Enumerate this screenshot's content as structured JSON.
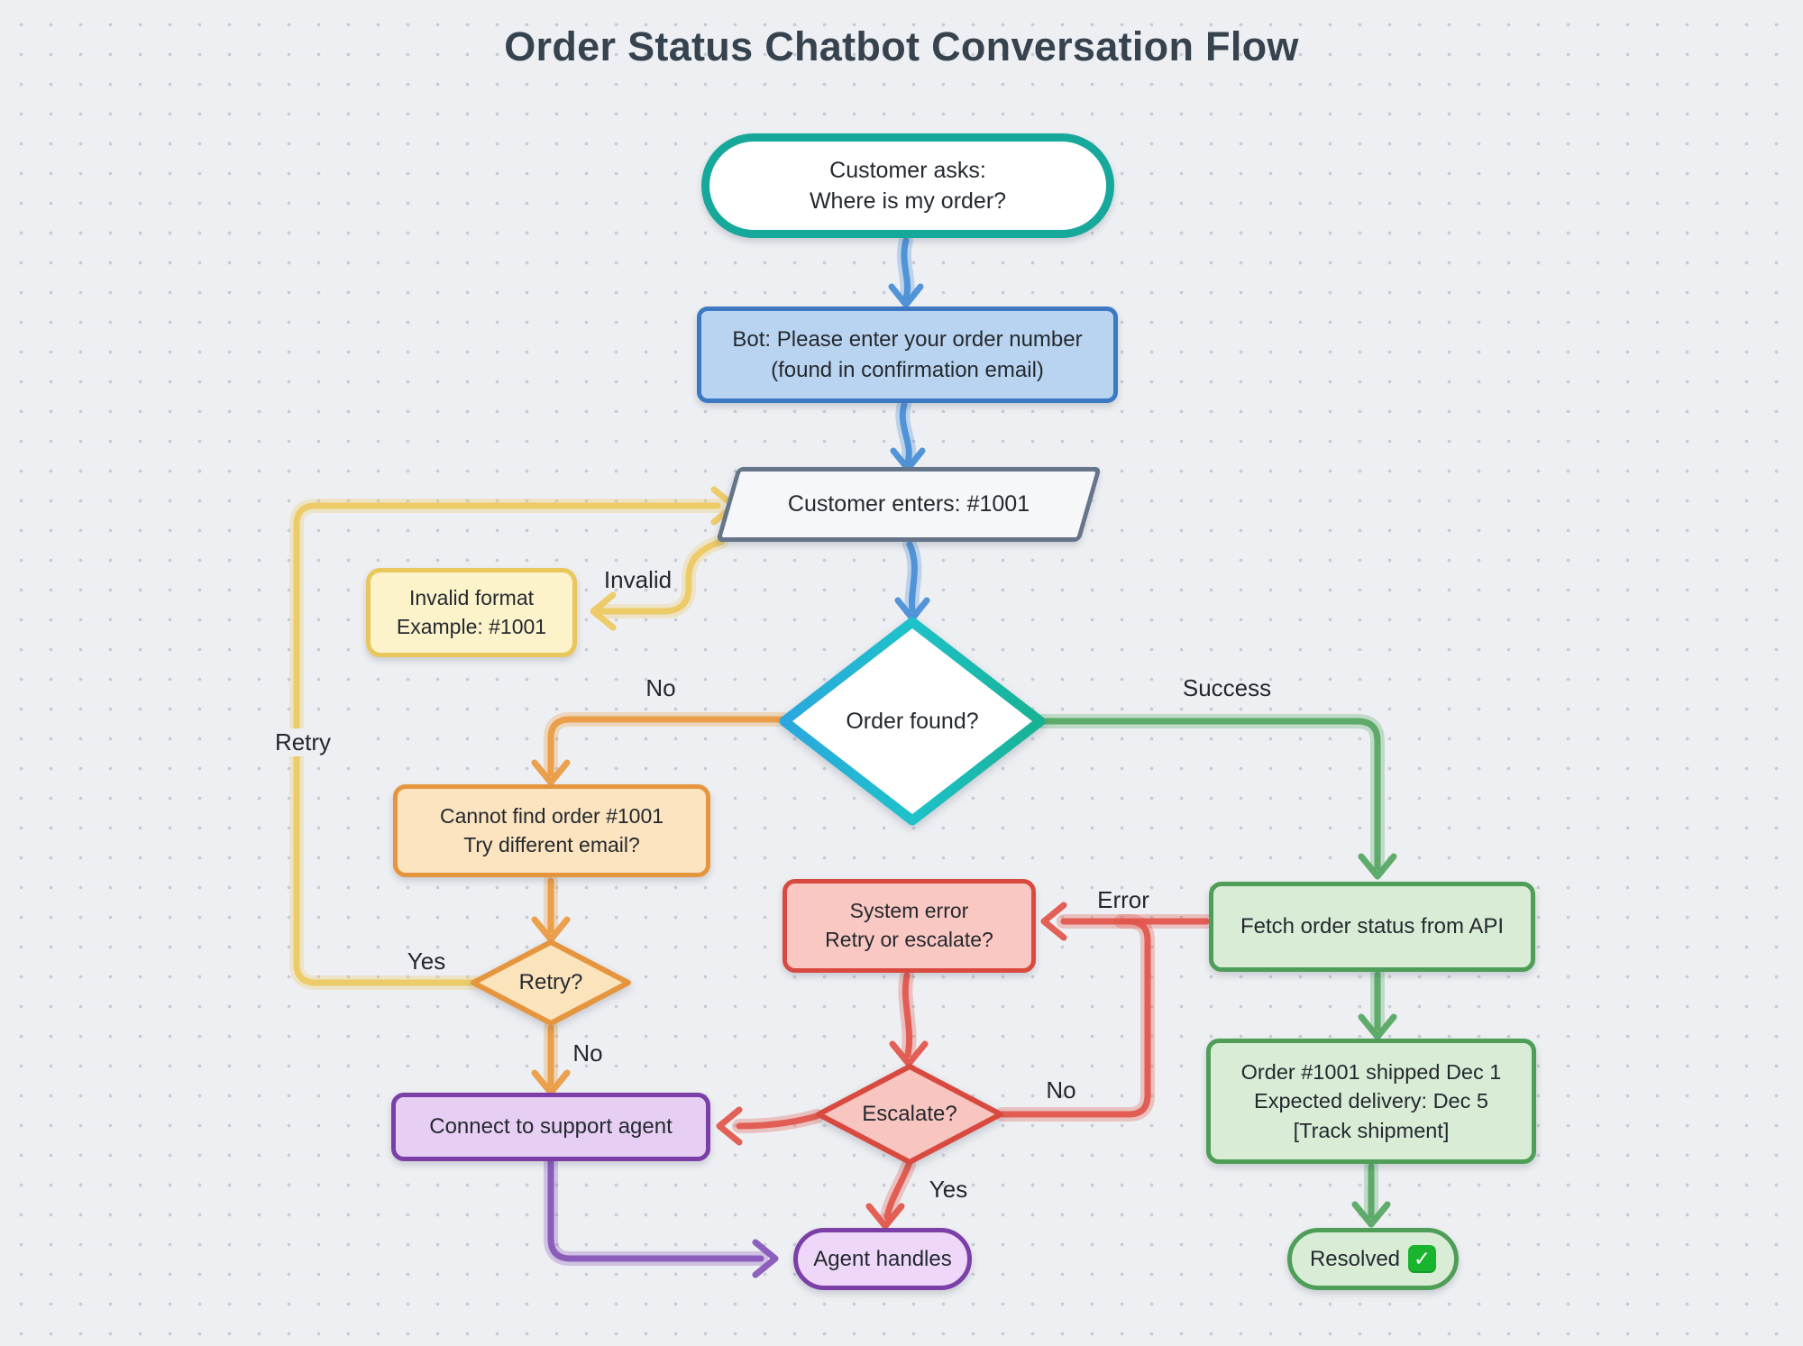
{
  "title": "Order Status Chatbot Conversation Flow",
  "palette": {
    "background": "#edeff2",
    "dot_grid": "#c7ccd3",
    "title_text": "#36434f",
    "node_text": "#24292f",
    "teal_border": "#17a89c",
    "blue_line": "#4b8fd6",
    "blue_fill": "#b9d4f0",
    "blue_border": "#3d79c2",
    "input_fill": "#f5f7f9",
    "input_border": "#66758a",
    "yellow_line": "#edc963",
    "yellow_fill": "#fcf3cb",
    "orange_line": "#eb9c43",
    "orange_fill": "#fbe4bf",
    "red_line": "#e2574d",
    "red_fill": "#fac8c3",
    "purple_line": "#8757b8",
    "purple_fill": "#e7cff4",
    "green_line": "#57a865",
    "green_fill": "#d8ecd6",
    "decision_gradient_start": "#2ba7de",
    "decision_gradient_end": "#18b193",
    "check_green": "#19b52e"
  },
  "nodes": {
    "start": {
      "line1": "Customer asks:",
      "line2": "Where is my order?"
    },
    "bot_prompt": {
      "line1": "Bot: Please enter your order number",
      "line2": "(found in confirmation email)"
    },
    "customer_input": {
      "text": "Customer enters: #1001"
    },
    "invalid_format": {
      "line1": "Invalid format",
      "line2": "Example: #1001"
    },
    "order_found": {
      "text": "Order found?"
    },
    "cannot_find": {
      "line1": "Cannot find order #1001",
      "line2": "Try different email?"
    },
    "retry_q": {
      "text": "Retry?"
    },
    "connect_agent": {
      "text": "Connect to support agent"
    },
    "system_error": {
      "line1": "System error",
      "line2": "Retry or escalate?"
    },
    "escalate_q": {
      "text": "Escalate?"
    },
    "agent_handles": {
      "text": "Agent handles"
    },
    "fetch_api": {
      "text": "Fetch order status from API"
    },
    "order_result": {
      "line1": "Order #1001 shipped Dec 1",
      "line2": "Expected delivery: Dec 5",
      "line3": "[Track shipment]"
    },
    "resolved": {
      "text": "Resolved",
      "check_glyph": "✓"
    }
  },
  "labels": {
    "invalid": "Invalid",
    "retry": "Retry",
    "not_found": "No",
    "success": "Success",
    "retry_yes": "Yes",
    "retry_no": "No",
    "error": "Error",
    "escalate_no": "No",
    "escalate_yes": "Yes"
  }
}
